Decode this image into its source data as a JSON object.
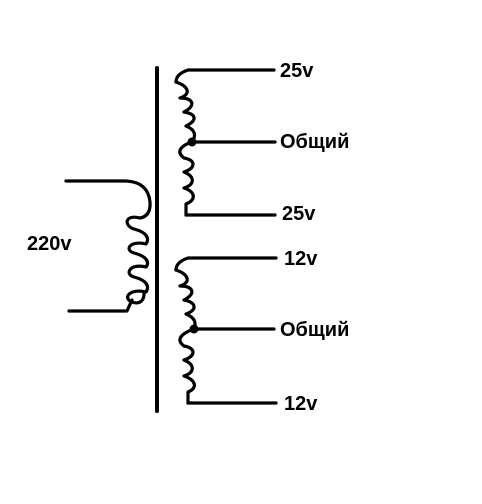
{
  "primary": {
    "voltage_label": "220v"
  },
  "secondary_1": {
    "top_label": "25v",
    "center_tap_label": "Общий",
    "bottom_label": "25v"
  },
  "secondary_2": {
    "top_label": "12v",
    "center_tap_label": "Общий",
    "bottom_label": "12v"
  },
  "colors": {
    "ink": "#000000",
    "background": "#ffffff"
  }
}
